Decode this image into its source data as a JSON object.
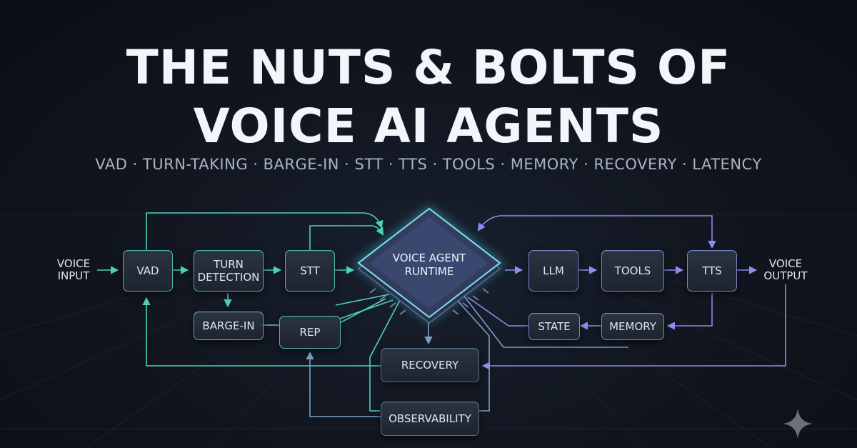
{
  "title": {
    "line1": "THE NUTS & BOLTS OF",
    "line2": "VOICE AI AGENTS"
  },
  "subtitle": "VAD · TURN-TAKING · BARGE-IN · STT · TTS · TOOLS · MEMORY · RECOVERY · LATENCY",
  "diagram": {
    "input_label": "VOICE\nINPUT",
    "output_label": "VOICE\nOUTPUT",
    "runtime_label": "VOICE AGENT\nRUNTIME",
    "nodes": {
      "vad": "VAD",
      "turn_detection": "TURN\nDETECTION",
      "stt": "STT",
      "barge_in": "BARGE-IN",
      "rep": "REP",
      "llm": "LLM",
      "tools": "TOOLS",
      "tts": "TTS",
      "state": "STATE",
      "memory": "MEMORY",
      "recovery": "RECOVERY",
      "observability": "OBSERVABILITY"
    }
  },
  "colors": {
    "background": "#10141d",
    "teal_line": "#4fd1b8",
    "violet_line": "#8f8cf0",
    "slate_line": "#7aa0c8",
    "runtime_glow": "#5ad6e8"
  },
  "icons": [
    "sparkle-icon"
  ]
}
